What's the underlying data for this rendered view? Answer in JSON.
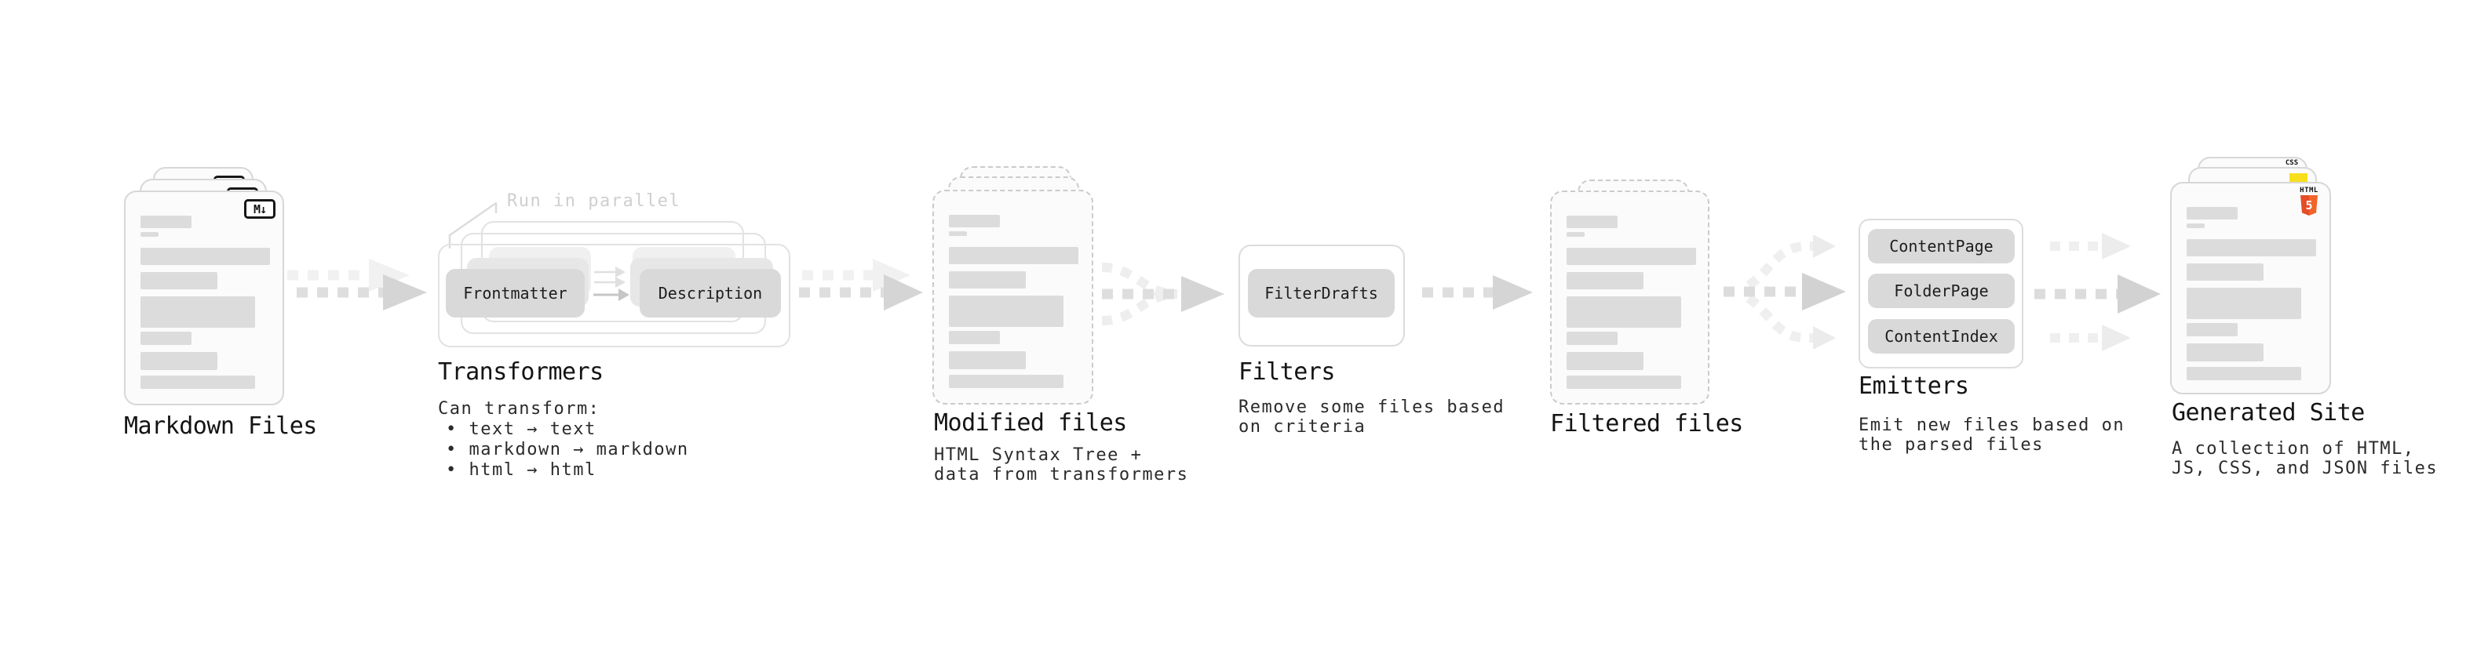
{
  "stages": {
    "markdown": {
      "label": "Markdown Files",
      "badge": "M↓"
    },
    "transformers": {
      "label": "Transformers",
      "annotation": "Run in parallel",
      "pills": [
        "Frontmatter",
        "Description"
      ],
      "sub": [
        "Can transform:",
        "• text → text",
        "• markdown → markdown",
        "• html → html"
      ]
    },
    "modified": {
      "label": "Modified files",
      "sub": [
        "HTML Syntax Tree +",
        "data from transformers"
      ]
    },
    "filters": {
      "label": "Filters",
      "pills": [
        "FilterDrafts"
      ],
      "sub": [
        "Remove some files based",
        "on criteria"
      ]
    },
    "filtered": {
      "label": "Filtered files"
    },
    "emitters": {
      "label": "Emitters",
      "pills": [
        "ContentPage",
        "FolderPage",
        "ContentIndex"
      ],
      "sub": [
        "Emit new files based on",
        "the parsed files"
      ]
    },
    "generated": {
      "label": "Generated Site",
      "sub": [
        "A collection of HTML,",
        "JS, CSS, and JSON files"
      ],
      "badges": {
        "css": "CSS",
        "js": "JS",
        "html_title": "HTML",
        "html_number": "5"
      }
    }
  },
  "colors": {
    "arrow": "#d4d4d4",
    "arrow_light": "#f1f1f1",
    "pill": "#d9d9d9",
    "skeleton_bar": "#dcdcdc",
    "card_border": "#d7d7d7",
    "annotation": "#cfcfcf",
    "label_text": "#141414",
    "html5_orange": "#e44d26",
    "html5_orange_light": "#f16529",
    "js_yellow": "#f7df1e",
    "css_blue": "#2d53e5"
  }
}
